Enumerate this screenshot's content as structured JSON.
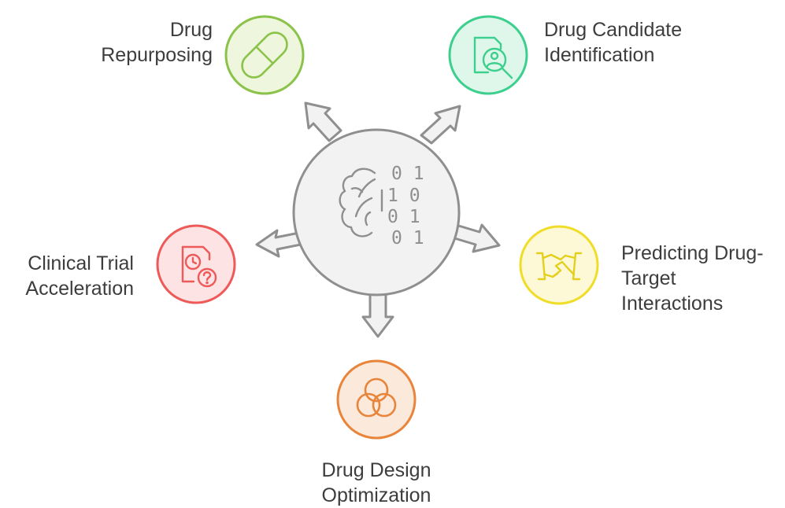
{
  "center": {
    "icon": "ai-brain-binary-icon",
    "binary_rows": [
      "0 1",
      "1 0",
      "0 1",
      "0 1"
    ]
  },
  "nodes": {
    "repurposing": {
      "label_lines": [
        "Drug",
        "Repurposing"
      ],
      "icon": "capsule-pill-icon",
      "color": "#8bc34a",
      "fill": "#eef6dd"
    },
    "candidate": {
      "label_lines": [
        "Drug Candidate",
        "Identification"
      ],
      "icon": "candidate-search-icon",
      "color": "#3ccf8e",
      "fill": "#def7ea"
    },
    "interactions": {
      "label_lines": [
        "Predicting Drug-",
        "Target",
        "Interactions"
      ],
      "icon": "handshake-icon",
      "color": "#f0dd29",
      "fill": "#fdf9d6"
    },
    "optimization": {
      "label_lines": [
        "Drug Design",
        "Optimization"
      ],
      "icon": "overlapping-circles-icon",
      "color": "#e8853a",
      "fill": "#fbe9dc"
    },
    "clinical": {
      "label_lines": [
        "Clinical Trial",
        "Acceleration"
      ],
      "icon": "clock-document-question-icon",
      "color": "#ee5a5a",
      "fill": "#fde3e3"
    }
  }
}
